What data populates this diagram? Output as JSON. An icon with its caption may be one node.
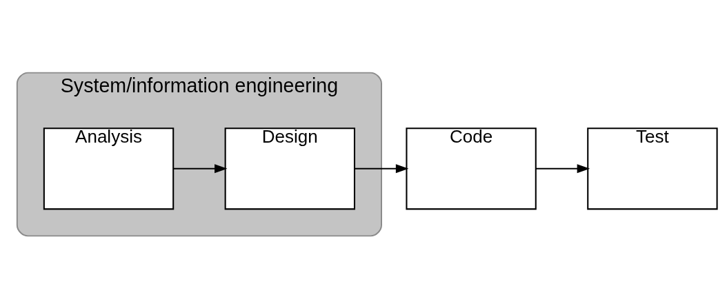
{
  "diagram": {
    "nodes": [
      {
        "text": [
          "System/information engineering"
        ]
      },
      {
        "text": [
          "Analysis"
        ],
        "in": 0
      },
      {
        "text": [
          "Design"
        ],
        "in": 0
      },
      {
        "text": [
          "Code"
        ]
      },
      {
        "text": [
          "Test"
        ]
      }
    ],
    "edges": [
      {
        "from": 1,
        "to": 2,
        "arrow": "to"
      },
      {
        "from": 2,
        "to": 3,
        "arrow": "to"
      },
      {
        "from": 3,
        "to": 4,
        "arrow": "to"
      }
    ]
  }
}
